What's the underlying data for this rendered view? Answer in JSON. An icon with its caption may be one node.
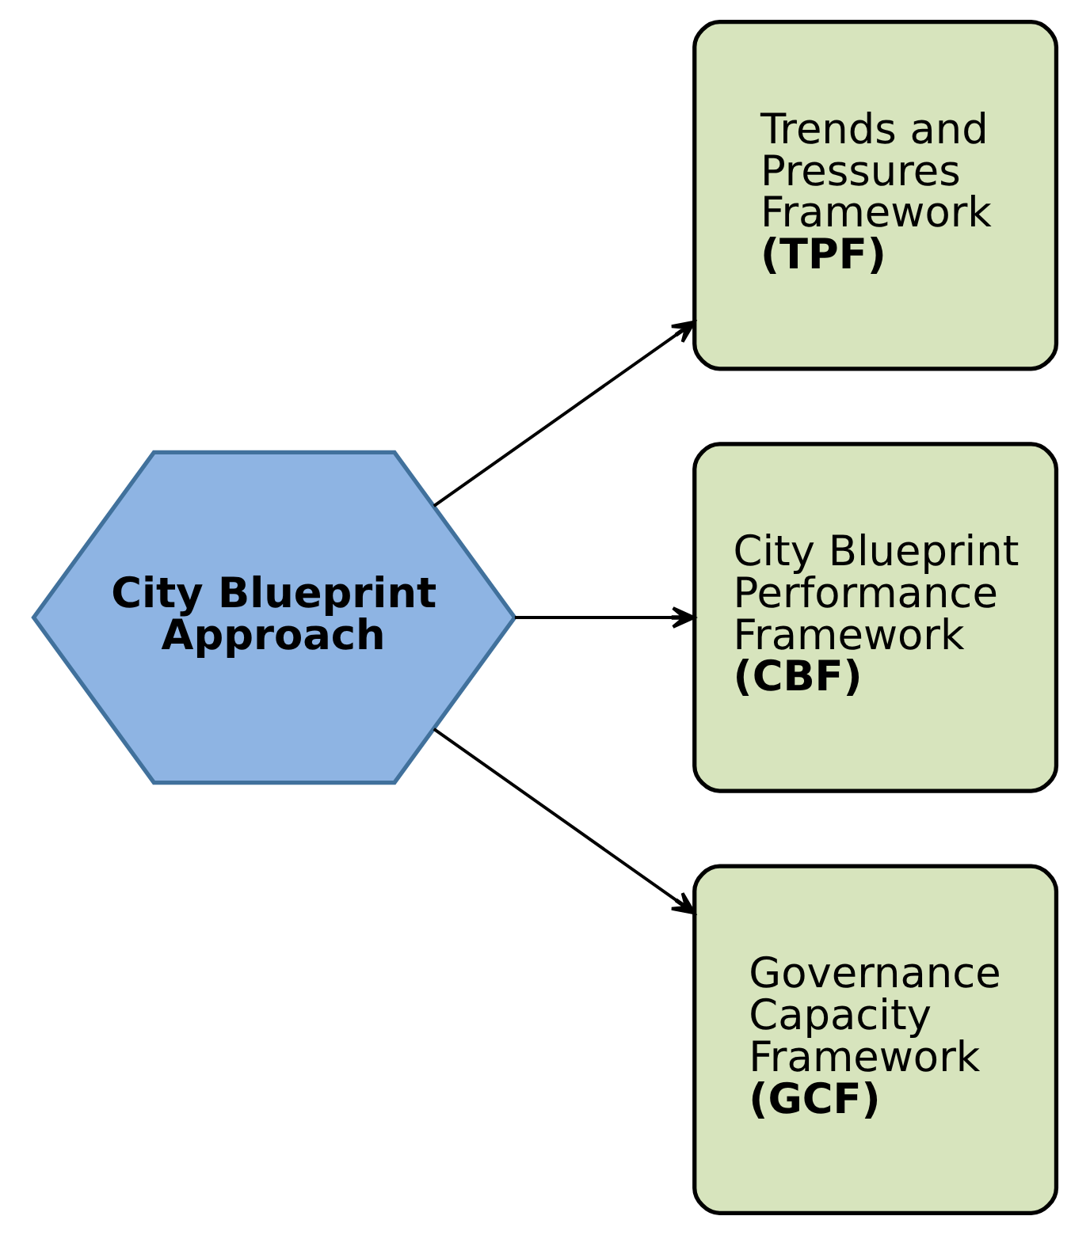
{
  "diagram": {
    "nodes": [
      {
        "text": [
          "City Blueprint Approach"
        ]
      },
      {
        "text": [
          "Trends and Pressures Framework",
          "(TPF)"
        ]
      },
      {
        "text": [
          "City Blueprint Performance Framework",
          "(CBF)"
        ]
      },
      {
        "text": [
          "Governance Capacity Framework",
          "(GCF)"
        ]
      }
    ],
    "edges": [
      {
        "from": 0,
        "to": 1,
        "arrow": "to"
      },
      {
        "from": 0,
        "to": 2,
        "arrow": "to"
      },
      {
        "from": 0,
        "to": 3,
        "arrow": "to"
      }
    ]
  }
}
